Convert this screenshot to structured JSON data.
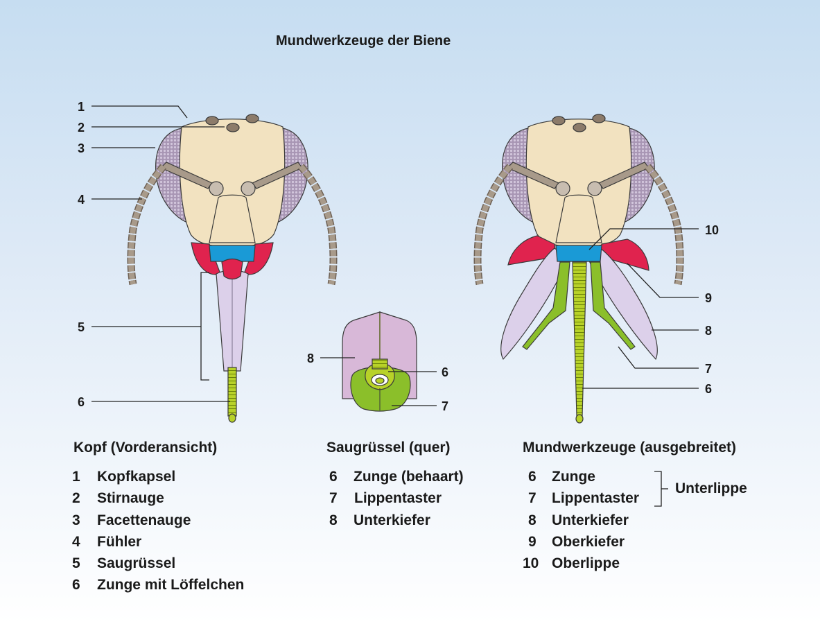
{
  "title": "Mundwerkzeuge der Biene",
  "callouts_front": [
    "1",
    "2",
    "3",
    "4",
    "5",
    "6"
  ],
  "callouts_section": [
    "8",
    "6",
    "7"
  ],
  "callouts_spread": [
    "10",
    "9",
    "8",
    "7",
    "6"
  ],
  "panels": [
    {
      "heading": "Kopf (Vorderansicht)",
      "items": [
        {
          "num": "1",
          "label": "Kopfkapsel"
        },
        {
          "num": "2",
          "label": "Stirnauge"
        },
        {
          "num": "3",
          "label": "Facettenauge"
        },
        {
          "num": "4",
          "label": "Fühler"
        },
        {
          "num": "5",
          "label": "Saugrüssel"
        },
        {
          "num": "6",
          "label": "Zunge mit Löffelchen"
        }
      ]
    },
    {
      "heading": "Saugrüssel (quer)",
      "items": [
        {
          "num": "6",
          "label": "Zunge (behaart)"
        },
        {
          "num": "7",
          "label": "Lippentaster"
        },
        {
          "num": "8",
          "label": "Unterkiefer"
        }
      ]
    },
    {
      "heading": "Mundwerkzeuge (ausgebreitet)",
      "items": [
        {
          "num": "6",
          "label": "Zunge"
        },
        {
          "num": "7",
          "label": "Lippentaster"
        },
        {
          "num": "8",
          "label": "Unterkiefer"
        },
        {
          "num": "9",
          "label": "Oberkiefer"
        },
        {
          "num": "10",
          "label": "Oberlippe"
        }
      ],
      "bracket_label": "Unterlippe"
    }
  ],
  "colors": {
    "head_capsule": "#f2e2c0",
    "compound_eye": "#a896b4",
    "antenna": "#a89a8a",
    "ocellus": "#8c7b6a",
    "upper_lip": "#1a9ad6",
    "mandible": "#e0234e",
    "maxilla": "#dcd0ea",
    "tongue": "#b8d228",
    "labial_palp": "#8bbf2a",
    "section_maxilla": "#d8b8d8"
  }
}
